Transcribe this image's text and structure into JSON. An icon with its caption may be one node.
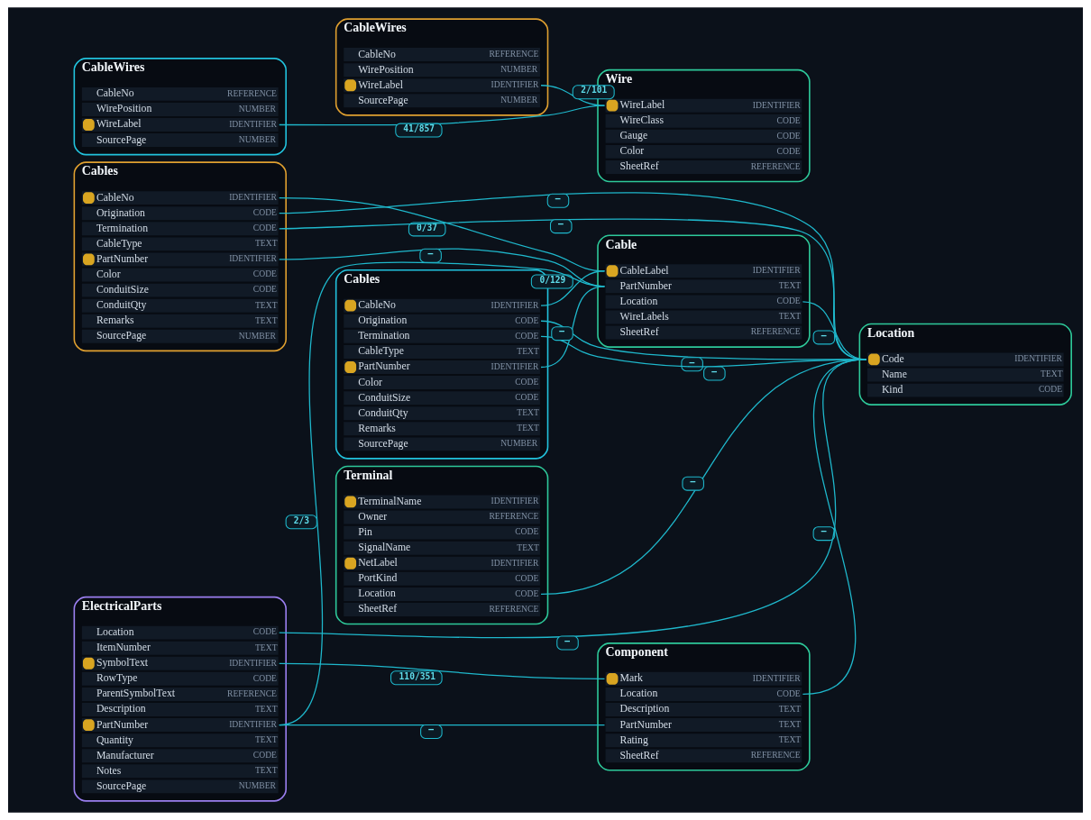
{
  "diagram": {
    "nodes": [
      {
        "text": [
          "Cables"
        ]
      },
      {
        "text": [
          "CableNo",
          "IDENTIFIER"
        ],
        "in": 0
      },
      {
        "text": [
          "Origination",
          "CODE"
        ],
        "in": 0
      },
      {
        "text": [
          "Termination",
          "CODE"
        ],
        "in": 0
      },
      {
        "text": [
          "CableType",
          "TEXT"
        ],
        "in": 0
      },
      {
        "text": [
          "PartNumber",
          "IDENTIFIER"
        ],
        "in": 0
      },
      {
        "text": [
          "Color",
          "CODE"
        ],
        "in": 0
      },
      {
        "text": [
          "ConduitSize",
          "CODE"
        ],
        "in": 0
      },
      {
        "text": [
          "ConduitQty",
          "TEXT"
        ],
        "in": 0
      },
      {
        "text": [
          "Remarks",
          "TEXT"
        ],
        "in": 0
      },
      {
        "text": [
          "SourcePage",
          "NUMBER"
        ],
        "in": 0
      },
      {
        "text": [
          "Cable"
        ]
      },
      {
        "text": [
          "CableLabel",
          "IDENTIFIER"
        ],
        "in": 11
      },
      {
        "text": [
          "PartNumber",
          "TEXT"
        ],
        "in": 11
      },
      {
        "text": [
          "Location",
          "CODE"
        ],
        "in": 11
      },
      {
        "text": [
          "WireLabels",
          "TEXT"
        ],
        "in": 11
      },
      {
        "text": [
          "SheetRef",
          "REFERENCE"
        ],
        "in": 11
      },
      {
        "text": [
          "Cables"
        ]
      },
      {
        "text": [
          "CableNo",
          "IDENTIFIER"
        ],
        "in": 17
      },
      {
        "text": [
          "Origination",
          "CODE"
        ],
        "in": 17
      },
      {
        "text": [
          "Termination",
          "CODE"
        ],
        "in": 17
      },
      {
        "text": [
          "CableType",
          "TEXT"
        ],
        "in": 17
      },
      {
        "text": [
          "PartNumber",
          "IDENTIFIER"
        ],
        "in": 17
      },
      {
        "text": [
          "Color",
          "CODE"
        ],
        "in": 17
      },
      {
        "text": [
          "ConduitSize",
          "CODE"
        ],
        "in": 17
      },
      {
        "text": [
          "ConduitQty",
          "TEXT"
        ],
        "in": 17
      },
      {
        "text": [
          "Remarks",
          "TEXT"
        ],
        "in": 17
      },
      {
        "text": [
          "SourcePage",
          "NUMBER"
        ],
        "in": 17
      },
      {
        "text": [
          "Terminal"
        ]
      },
      {
        "text": [
          "TerminalName",
          "IDENTIFIER"
        ],
        "in": 28
      },
      {
        "text": [
          "Owner",
          "REFERENCE"
        ],
        "in": 28
      },
      {
        "text": [
          "Pin",
          "CODE"
        ],
        "in": 28
      },
      {
        "text": [
          "SignalName",
          "TEXT"
        ],
        "in": 28
      },
      {
        "text": [
          "NetLabel",
          "IDENTIFIER"
        ],
        "in": 28
      },
      {
        "text": [
          "PortKind",
          "CODE"
        ],
        "in": 28
      },
      {
        "text": [
          "Location",
          "CODE"
        ],
        "in": 28
      },
      {
        "text": [
          "SheetRef",
          "REFERENCE"
        ],
        "in": 28
      },
      {
        "text": [
          "Location"
        ]
      },
      {
        "text": [
          "Code",
          "IDENTIFIER"
        ],
        "in": 37
      },
      {
        "text": [
          "Name",
          "TEXT"
        ],
        "in": 37
      },
      {
        "text": [
          "Kind",
          "CODE"
        ],
        "in": 37
      },
      {
        "text": [
          "CableWires"
        ]
      },
      {
        "text": [
          "CableNo",
          "REFERENCE"
        ],
        "in": 41
      },
      {
        "text": [
          "WirePosition",
          "NUMBER"
        ],
        "in": 41
      },
      {
        "text": [
          "WireLabel",
          "IDENTIFIER"
        ],
        "in": 41
      },
      {
        "text": [
          "SourcePage",
          "NUMBER"
        ],
        "in": 41
      },
      {
        "text": [
          "Component"
        ]
      },
      {
        "text": [
          "Mark",
          "IDENTIFIER"
        ],
        "in": 46
      },
      {
        "text": [
          "Location",
          "CODE"
        ],
        "in": 46
      },
      {
        "text": [
          "Description",
          "TEXT"
        ],
        "in": 46
      },
      {
        "text": [
          "PartNumber",
          "TEXT"
        ],
        "in": 46
      },
      {
        "text": [
          "Rating",
          "TEXT"
        ],
        "in": 46
      },
      {
        "text": [
          "SheetRef",
          "REFERENCE"
        ],
        "in": 46
      },
      {
        "text": [
          "CableWires"
        ]
      },
      {
        "text": [
          "CableNo",
          "REFERENCE"
        ],
        "in": 53
      },
      {
        "text": [
          "WirePosition",
          "NUMBER"
        ],
        "in": 53
      },
      {
        "text": [
          "WireLabel",
          "IDENTIFIER"
        ],
        "in": 53
      },
      {
        "text": [
          "SourcePage",
          "NUMBER"
        ],
        "in": 53
      },
      {
        "text": [
          "Wire"
        ]
      },
      {
        "text": [
          "WireLabel",
          "IDENTIFIER"
        ],
        "in": 58
      },
      {
        "text": [
          "WireClass",
          "CODE"
        ],
        "in": 58
      },
      {
        "text": [
          "Gauge",
          "CODE"
        ],
        "in": 58
      },
      {
        "text": [
          "Color",
          "CODE"
        ],
        "in": 58
      },
      {
        "text": [
          "SheetRef",
          "REFERENCE"
        ],
        "in": 58
      },
      {
        "text": [
          "ElectricalParts"
        ]
      },
      {
        "text": [
          "Location",
          "CODE"
        ],
        "in": 64
      },
      {
        "text": [
          "ItemNumber",
          "TEXT"
        ],
        "in": 64
      },
      {
        "text": [
          "SymbolText",
          "IDENTIFIER"
        ],
        "in": 64
      },
      {
        "text": [
          "RowType",
          "CODE"
        ],
        "in": 64
      },
      {
        "text": [
          "ParentSymbolText",
          "REFERENCE"
        ],
        "in": 64
      },
      {
        "text": [
          "Description",
          "TEXT"
        ],
        "in": 64
      },
      {
        "text": [
          "PartNumber",
          "IDENTIFIER"
        ],
        "in": 64
      },
      {
        "text": [
          "Quantity",
          "TEXT"
        ],
        "in": 64
      },
      {
        "text": [
          "Manufacturer",
          "CODE"
        ],
        "in": 64
      },
      {
        "text": [
          "Notes",
          "TEXT"
        ],
        "in": 64
      },
      {
        "text": [
          "SourcePage",
          "NUMBER"
        ],
        "in": 64
      }
    ],
    "edges": [
      {
        "from": 1,
        "to": 12,
        "arrow": "none",
        "label": "0/37"
      },
      {
        "from": 2,
        "to": 38,
        "arrow": "none",
        "label": "–"
      },
      {
        "from": 3,
        "to": 38,
        "arrow": "none",
        "label": "–"
      },
      {
        "from": 5,
        "to": 13,
        "arrow": "none",
        "label": "–"
      },
      {
        "from": 18,
        "to": 12,
        "arrow": "none",
        "label": "0/129"
      },
      {
        "from": 19,
        "to": 38,
        "arrow": "none",
        "label": "–"
      },
      {
        "from": 20,
        "to": 38,
        "arrow": "none",
        "label": "–"
      },
      {
        "from": 22,
        "to": 13,
        "arrow": "none",
        "label": "–"
      },
      {
        "from": 35,
        "to": 38,
        "arrow": "none",
        "label": "–"
      },
      {
        "from": 14,
        "to": 38,
        "arrow": "none",
        "label": "–"
      },
      {
        "from": 48,
        "to": 38,
        "arrow": "none",
        "label": "–"
      },
      {
        "from": 65,
        "to": 38,
        "arrow": "none",
        "label": "–"
      },
      {
        "from": 44,
        "to": 59,
        "arrow": "none",
        "label": "2/101"
      },
      {
        "from": 56,
        "to": 59,
        "arrow": "none",
        "label": "41/857"
      },
      {
        "from": 67,
        "to": 47,
        "arrow": "none",
        "label": "110/351"
      },
      {
        "from": 71,
        "to": 50,
        "arrow": "none",
        "label": "–"
      },
      {
        "from": 71,
        "to": 13,
        "arrow": "none",
        "label": "2/3"
      }
    ]
  }
}
